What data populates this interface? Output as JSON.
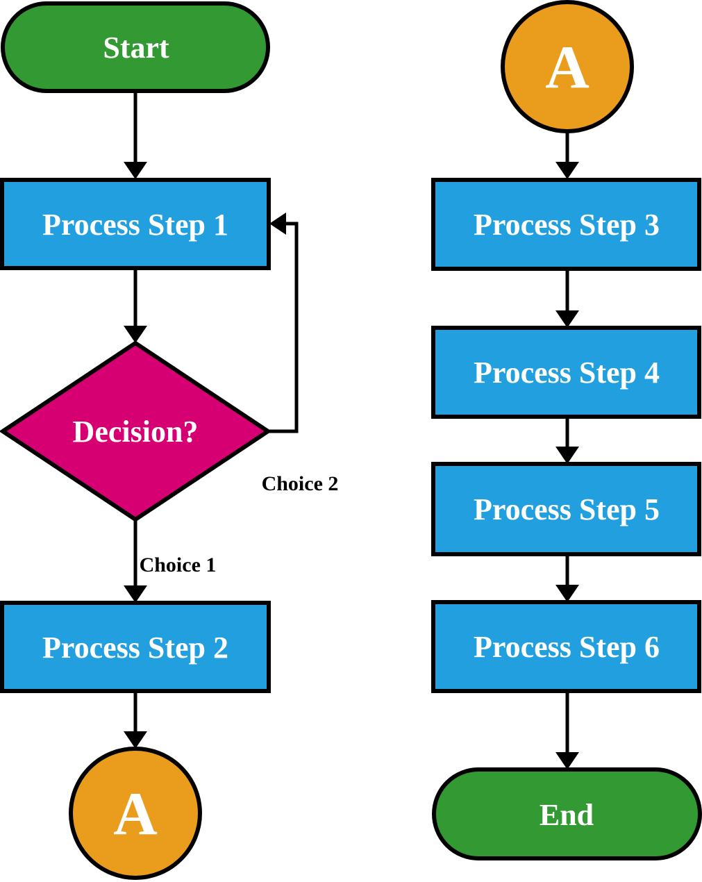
{
  "diagram": {
    "background": "#FFFFFF",
    "colors": {
      "terminator_fill": "#339933",
      "process_fill": "#219FDF",
      "decision_fill": "#D60073",
      "connector_fill": "#EA9D1D",
      "outline": "#000000",
      "node_text": "#FFFFFF",
      "edge_label_text": "#000000"
    },
    "nodes": {
      "start": {
        "label": "Start",
        "type": "terminator"
      },
      "step1": {
        "label": "Process Step 1",
        "type": "process"
      },
      "decision": {
        "label": "Decision?",
        "type": "decision"
      },
      "step2": {
        "label": "Process Step 2",
        "type": "process"
      },
      "connector_a_left": {
        "label": "A",
        "type": "connector"
      },
      "connector_a_right": {
        "label": "A",
        "type": "connector"
      },
      "step3": {
        "label": "Process Step 3",
        "type": "process"
      },
      "step4": {
        "label": "Process Step 4",
        "type": "process"
      },
      "step5": {
        "label": "Process Step 5",
        "type": "process"
      },
      "step6": {
        "label": "Process Step 6",
        "type": "process"
      },
      "end": {
        "label": "End",
        "type": "terminator"
      }
    },
    "edge_labels": {
      "choice1": "Choice 1",
      "choice2": "Choice 2"
    }
  }
}
